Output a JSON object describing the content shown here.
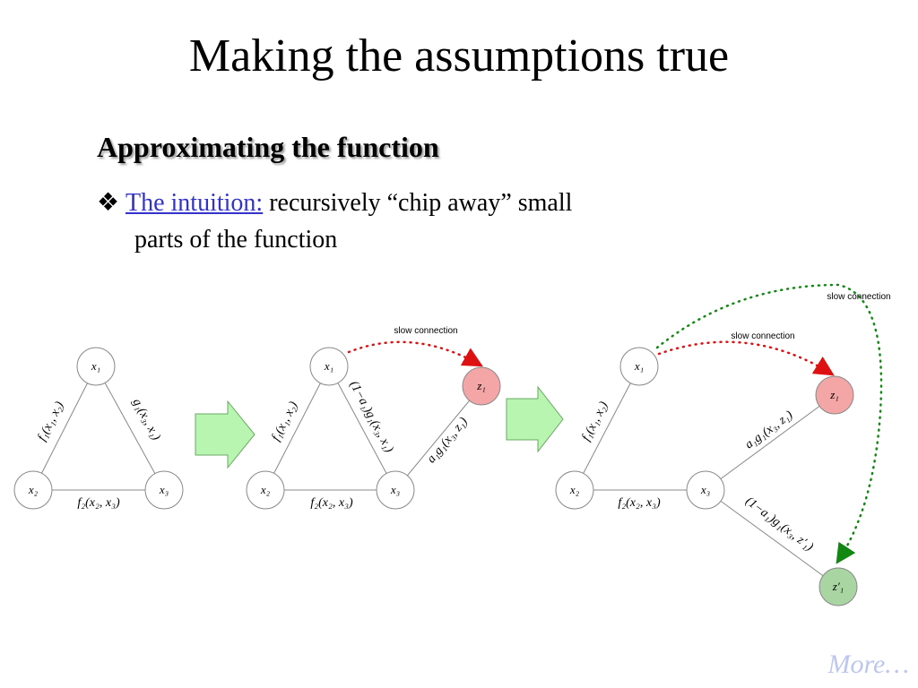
{
  "slide": {
    "title": "Making the assumptions true",
    "subtitle": "Approximating the function",
    "bullet": {
      "glyph": "❖",
      "lead": "The intuition:",
      "text_line1": " recursively “chip away” small",
      "text_line2": "parts of the function"
    },
    "more_link": "More…"
  },
  "diagram": {
    "slow_connection_label": "slow connection",
    "node_labels": {
      "x1": "x₁",
      "x2": "x₂",
      "x3": "x₃",
      "z1": "z₁",
      "z1p": "z′₁"
    },
    "edge_labels": {
      "f1": "f₁(x₁, x₂)",
      "f2": "f₂(x₂, x₃)",
      "g1": "g₁(x₃, x₁)",
      "one_minus_a_g1": "(1−a₁)g₁(x₃, x₁)",
      "a_g1": "a₁g₁(x₃, z₁)",
      "one_minus_a_g1_zp": "(1−a₁)g₁(x₃, z′₁)"
    },
    "colors": {
      "red_node": "#f4a6a6",
      "green_node": "#a9d5a3",
      "arrow_fill": "#b8f5b0",
      "red_dots": "#dd1111",
      "green_dots": "#118811"
    }
  }
}
